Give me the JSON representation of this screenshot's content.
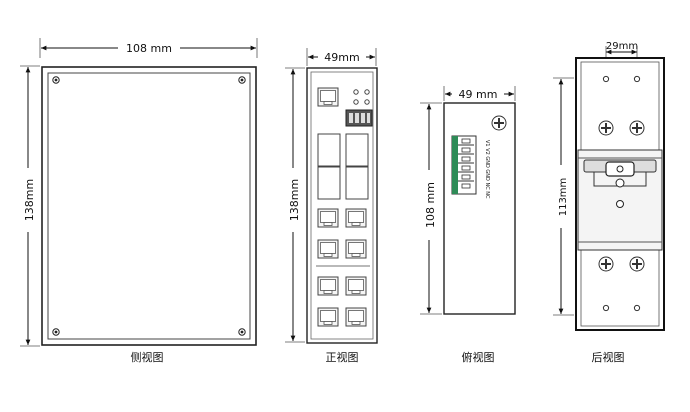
{
  "side_view": {
    "width_label": "108 mm",
    "height_label": "138mm",
    "caption": "侧视图"
  },
  "front_view": {
    "width_label": "49mm",
    "height_label": "138mm",
    "caption": "正视图"
  },
  "top_view": {
    "width_label": "49 mm",
    "height_label": "108 mm",
    "caption": "俯视图",
    "terminal_text": "V1 V2 GND GND NC NC"
  },
  "back_view": {
    "width_label": "29mm",
    "height_label": "113mm",
    "caption": "后视图"
  }
}
